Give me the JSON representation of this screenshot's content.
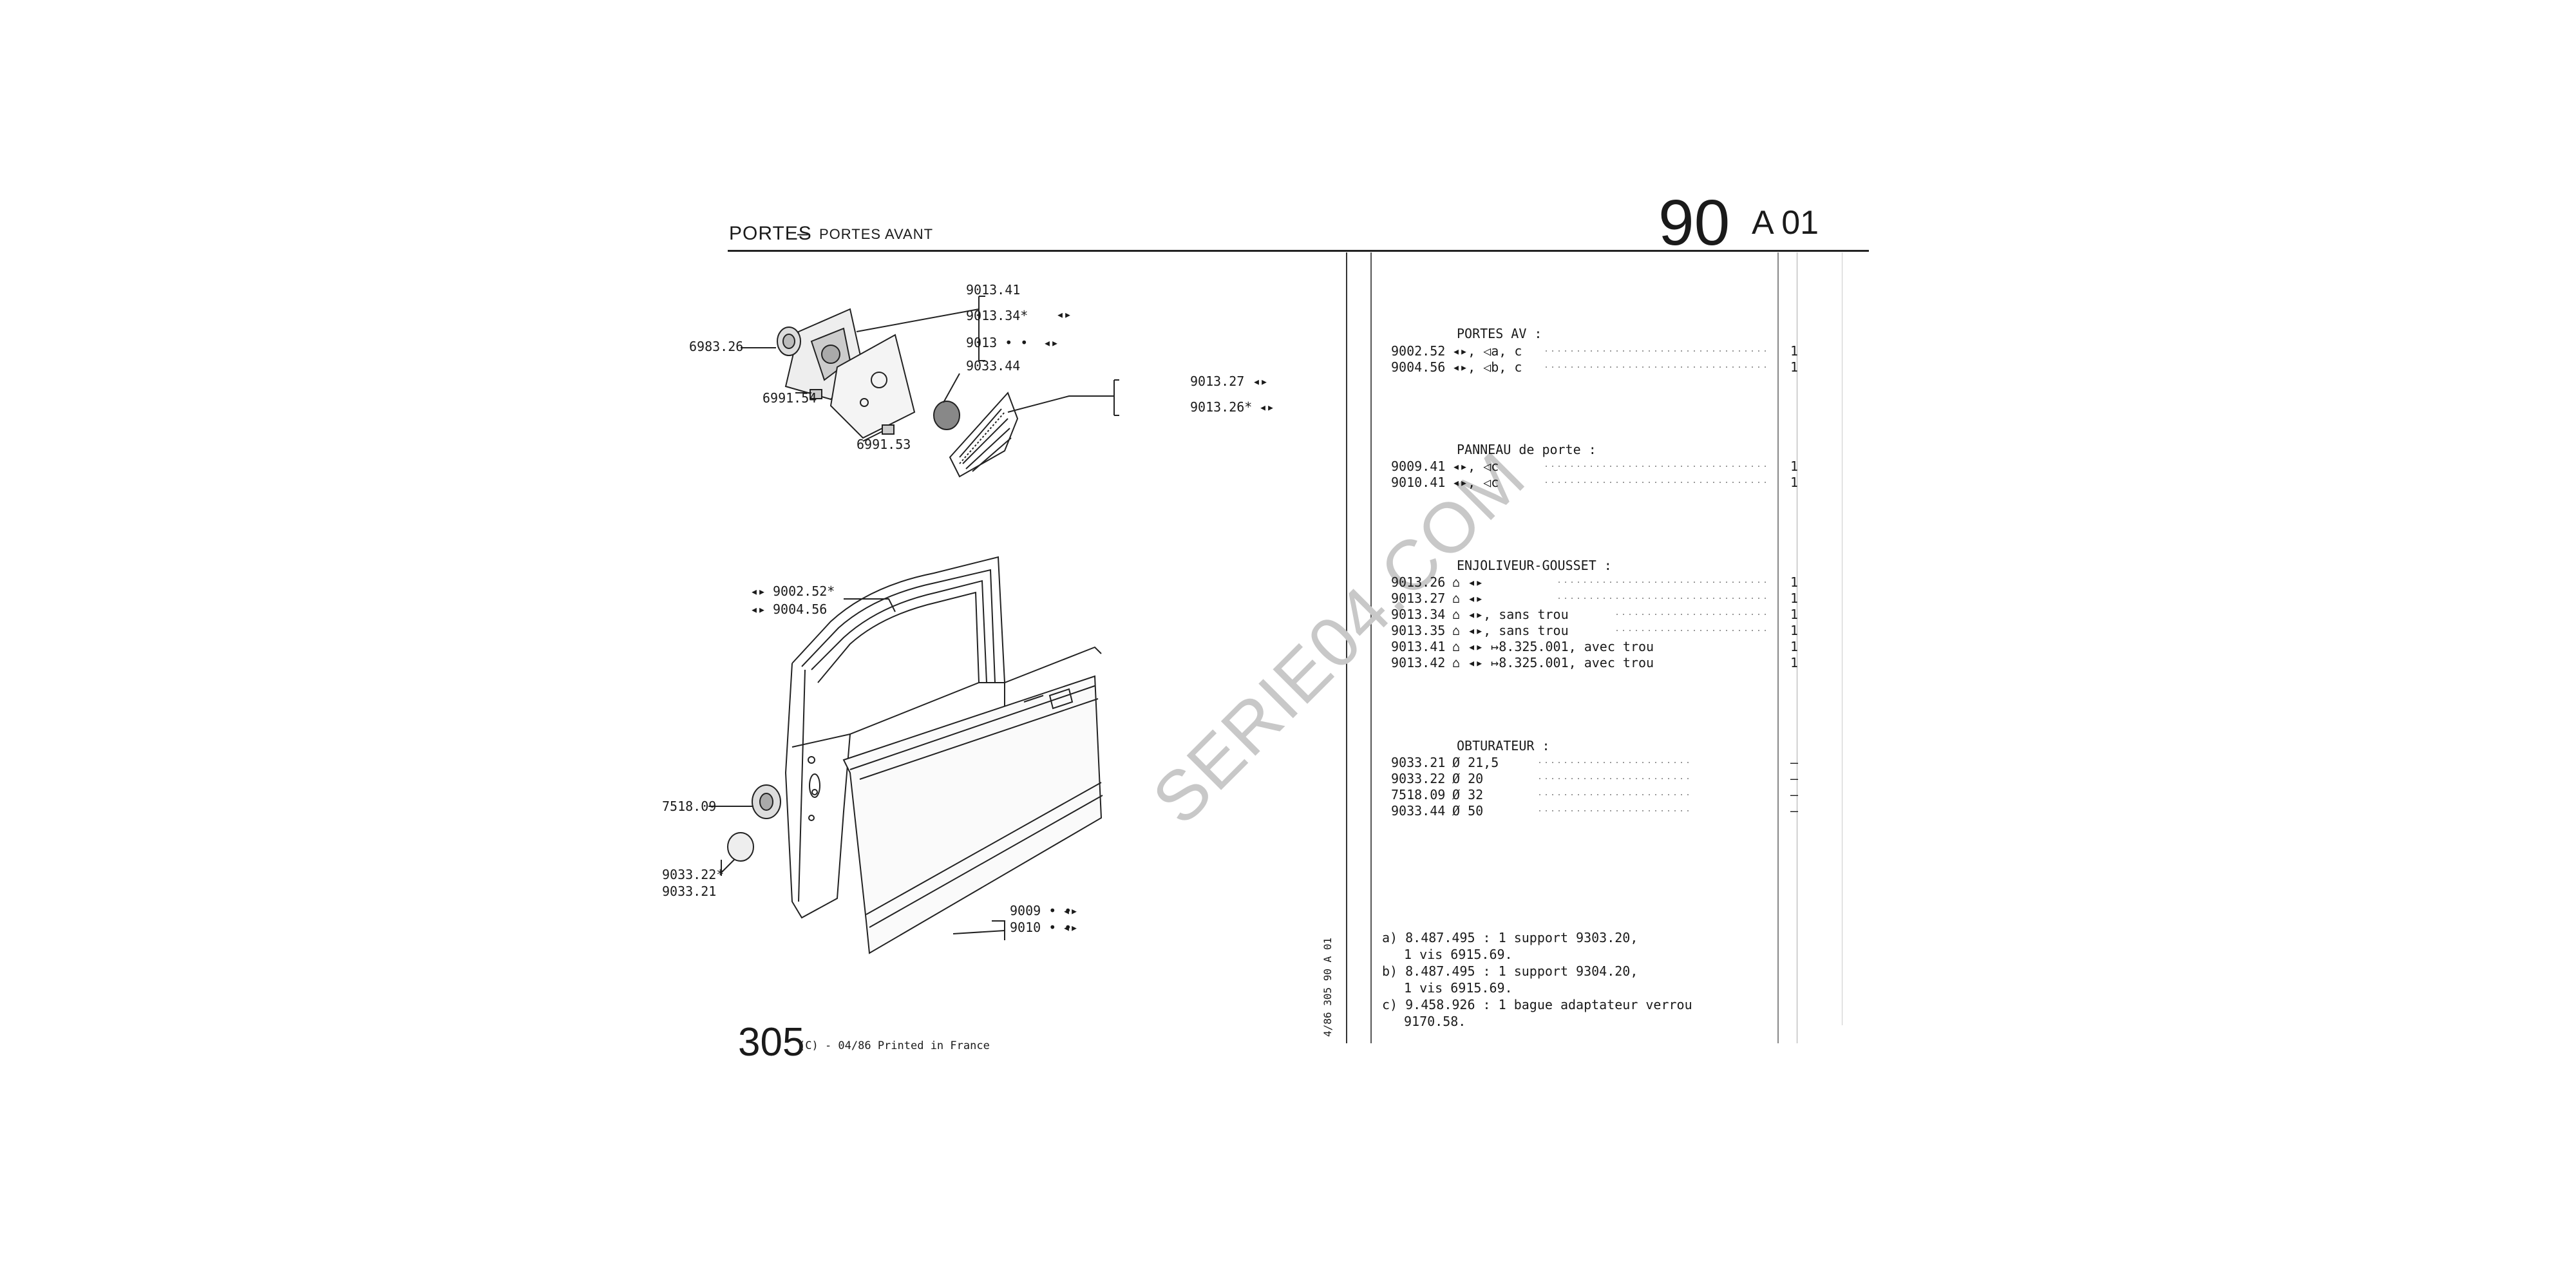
{
  "header": {
    "section": "PORTES",
    "dash": "–",
    "subsection": "PORTES AVANT",
    "group": "90",
    "page_code": "A 01"
  },
  "diagram": {
    "callouts": [
      {
        "id": "c1",
        "text": "9013.41"
      },
      {
        "id": "c2",
        "text": "9013.34*"
      },
      {
        "id": "c3",
        "text": "9013 • •"
      },
      {
        "id": "c4",
        "text": "9033.44"
      },
      {
        "id": "c5",
        "text": "6983.26"
      },
      {
        "id": "c6",
        "text": "6991.54"
      },
      {
        "id": "c7",
        "text": "6991.53"
      },
      {
        "id": "c8",
        "text": "9013.27"
      },
      {
        "id": "c9",
        "text": "9013.26*"
      },
      {
        "id": "c10",
        "text": "9002.52*"
      },
      {
        "id": "c11",
        "text": "9004.56"
      },
      {
        "id": "c12",
        "text": "7518.09"
      },
      {
        "id": "c13",
        "text": "9033.22*"
      },
      {
        "id": "c14",
        "text": "9033.21"
      },
      {
        "id": "c15",
        "text": "9009 • •"
      },
      {
        "id": "c16",
        "text": "9010 • •"
      }
    ]
  },
  "parts_list": {
    "sections": [
      {
        "heading": "PORTES AV :",
        "rows": [
          {
            "code": "9002.52",
            "desc": "a, c",
            "qty": "1"
          },
          {
            "code": "9004.56",
            "desc": "b, c",
            "qty": "1"
          }
        ]
      },
      {
        "heading": "PANNEAU de porte :",
        "rows": [
          {
            "code": "9009.41",
            "desc": "c",
            "qty": "1"
          },
          {
            "code": "9010.41",
            "desc": "c",
            "qty": "1"
          }
        ]
      },
      {
        "heading": "ENJOLIVEUR-GOUSSET :",
        "rows": [
          {
            "code": "9013.26",
            "desc": "",
            "qty": "1"
          },
          {
            "code": "9013.27",
            "desc": "",
            "qty": "1"
          },
          {
            "code": "9013.34",
            "desc": ", sans trou",
            "qty": "1"
          },
          {
            "code": "9013.35",
            "desc": ", sans trou",
            "qty": "1"
          },
          {
            "code": "9013.41",
            "desc": "8.325.001, avec trou",
            "qty": "1"
          },
          {
            "code": "9013.42",
            "desc": "8.325.001, avec trou",
            "qty": "1"
          }
        ]
      },
      {
        "heading": "OBTURATEUR :",
        "rows": [
          {
            "code": "9033.21",
            "desc": "Ø 21,5",
            "qty": "–"
          },
          {
            "code": "9033.22",
            "desc": "Ø 20",
            "qty": "–"
          },
          {
            "code": "7518.09",
            "desc": "Ø 32",
            "qty": "–"
          },
          {
            "code": "9033.44",
            "desc": "Ø 50",
            "qty": "–"
          }
        ]
      }
    ]
  },
  "notes": [
    {
      "line1": "a) 8.487.495 : 1 support 9303.20,",
      "line2": "1 vis 6915.69."
    },
    {
      "line1": "b) 8.487.495 : 1 support 9304.20,",
      "line2": "1 vis 6915.69."
    },
    {
      "line1": "c) 9.458.926 : 1 bague adaptateur verrou",
      "line2": "9170.58."
    }
  ],
  "side_code": "4/86 305 90 A 01",
  "footer": {
    "model": "305",
    "print_info": "(C) - 04/86 Printed in France"
  },
  "watermark": "SERIE04.COM"
}
